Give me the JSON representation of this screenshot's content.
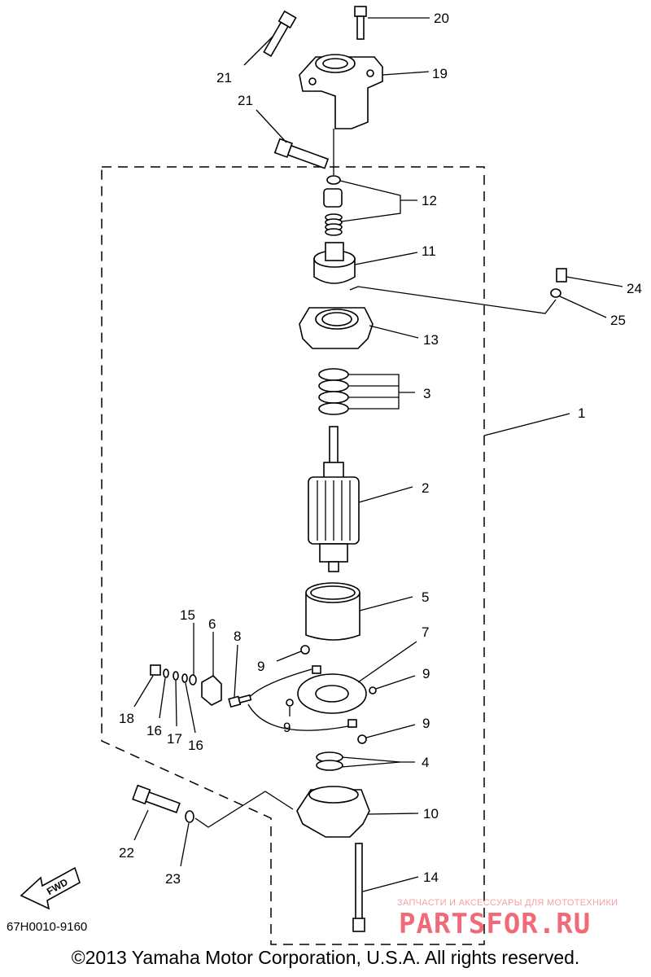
{
  "diagram": {
    "labels": {
      "p20": "20",
      "p21a": "21",
      "p19": "19",
      "p21b": "21",
      "p12": "12",
      "p11": "11",
      "p24": "24",
      "p25": "25",
      "p13": "13",
      "p3": "3",
      "p1": "1",
      "p2": "2",
      "p5": "5",
      "p15": "15",
      "p6": "6",
      "p8": "8",
      "p7": "7",
      "p9a": "9",
      "p9b": "9",
      "p18": "18",
      "p16a": "16",
      "p17": "17",
      "p16b": "16",
      "p9c": "9",
      "p9d": "9",
      "p4": "4",
      "p10": "10",
      "p22": "22",
      "p23": "23",
      "p14": "14"
    },
    "fwd_label": "FWD",
    "diagram_code": "67H0010-9160",
    "copyright": "©2013 Yamaha Motor Corporation, U.S.A. All rights reserved.",
    "watermark": {
      "tagline": "ЗАПЧАСТИ И АКСЕССУАРЫ ДЛЯ МОТОТЕХНИКИ",
      "brand": "PARTSFOR.RU"
    }
  }
}
